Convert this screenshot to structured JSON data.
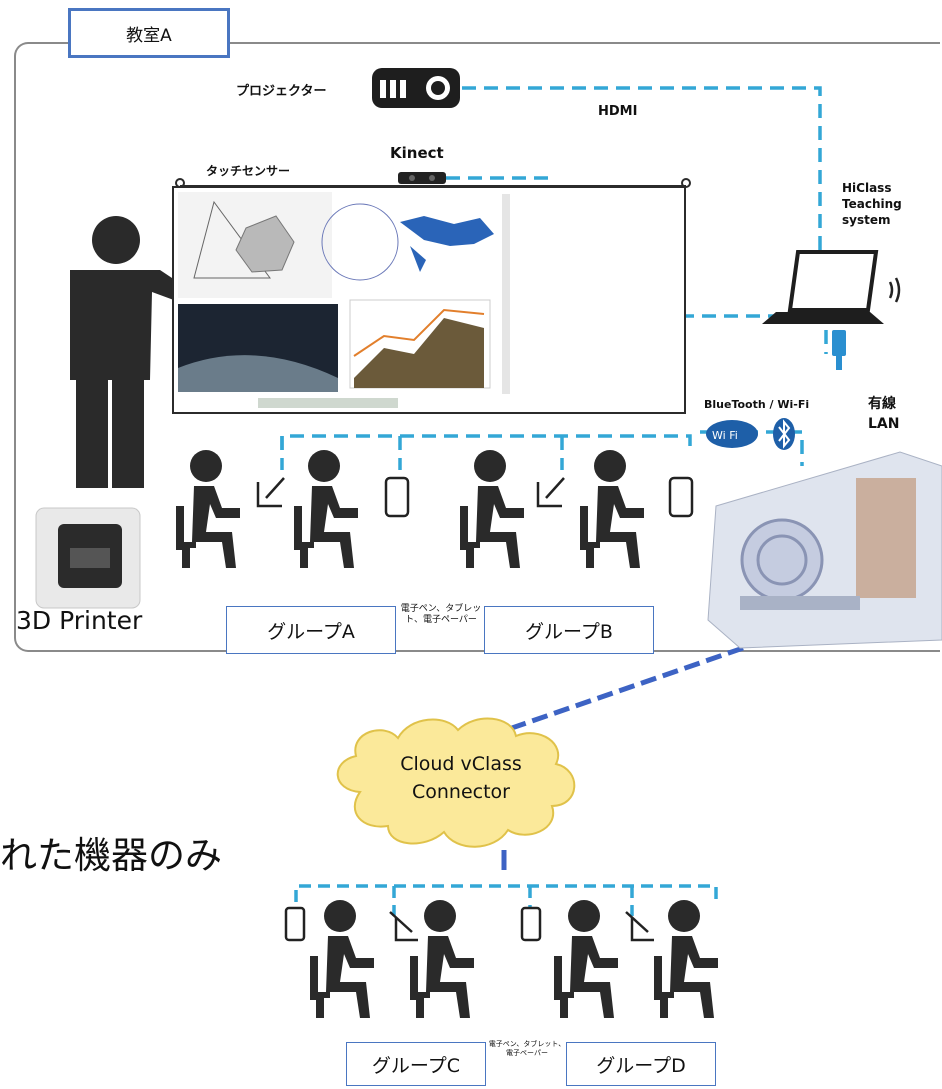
{
  "classroom": {
    "room_label": "教室A",
    "projector_label": "プロジェクター",
    "hdmi_label": "HDMI",
    "kinect_label": "Kinect",
    "touch_sensor_label": "タッチセンサー",
    "teaching_system_label": "HiClass\nTeaching\nsystem",
    "connectivity_label": "BlueTooth / Wi-Fi",
    "wifi_badge": "Wi Fi",
    "wired_lan_label": "有線\nLAN",
    "printer_label": "3D Printer",
    "group_a_label": "グループA",
    "group_b_label": "グループB",
    "devices_note": "電子ペン、タブレット、電子ペーパー"
  },
  "cloud": {
    "label": "Cloud vClass\nConnector"
  },
  "side_text": "れた機器のみ",
  "remote": {
    "group_c_label": "グループC",
    "group_d_label": "グループD",
    "devices_note": "電子ペン、タブレット、電子ペーパー"
  },
  "colors": {
    "dashed_link": "#33a7d6",
    "cloud_link": "#3d63c4",
    "group_border": "#4a76c1",
    "cloud_fill": "#fbe99a",
    "cloud_stroke": "#e0c24a",
    "silhouette": "#2a2a2a"
  }
}
